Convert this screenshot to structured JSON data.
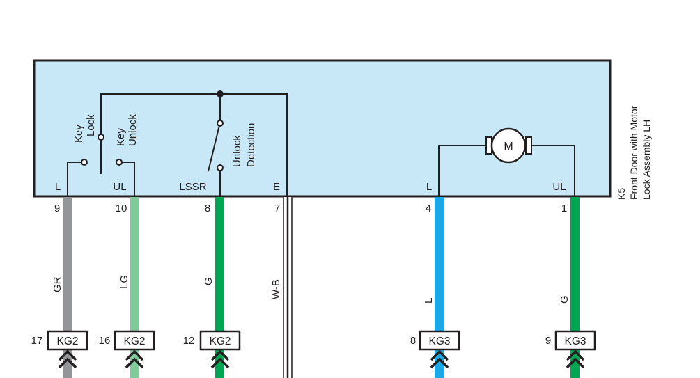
{
  "component": {
    "ref": "K5",
    "name_line1": "Front Door with Motor",
    "name_line2": "Lock Assembly LH"
  },
  "switches": {
    "key_lock": [
      "Key",
      "Lock"
    ],
    "key_unlock": [
      "Key",
      "Unlock"
    ],
    "unlock_detection": [
      "Unlock",
      "Detection"
    ]
  },
  "motor_label": "M",
  "pins": [
    {
      "terminal": "L",
      "number": "9",
      "wire": "GR",
      "wire_color": "#939598",
      "connector": "KG2",
      "connector_pin": "17"
    },
    {
      "terminal": "UL",
      "number": "10",
      "wire": "LG",
      "wire_color": "#7fcb9c",
      "connector": "KG2",
      "connector_pin": "16"
    },
    {
      "terminal": "LSSR",
      "number": "8",
      "wire": "G",
      "wire_color": "#00a651",
      "connector": "KG2",
      "connector_pin": "12"
    },
    {
      "terminal": "E",
      "number": "7",
      "wire": "W-B",
      "wire_color": "#ffffff",
      "connector": "",
      "connector_pin": ""
    },
    {
      "terminal": "L",
      "number": "4",
      "wire": "L",
      "wire_color": "#1ba8e6",
      "connector": "KG3",
      "connector_pin": "8"
    },
    {
      "terminal": "UL",
      "number": "1",
      "wire": "G",
      "wire_color": "#00a651",
      "connector": "KG3",
      "connector_pin": "9"
    }
  ],
  "colors": {
    "body_fill": "#c8e8f8",
    "line": "#231f20"
  }
}
